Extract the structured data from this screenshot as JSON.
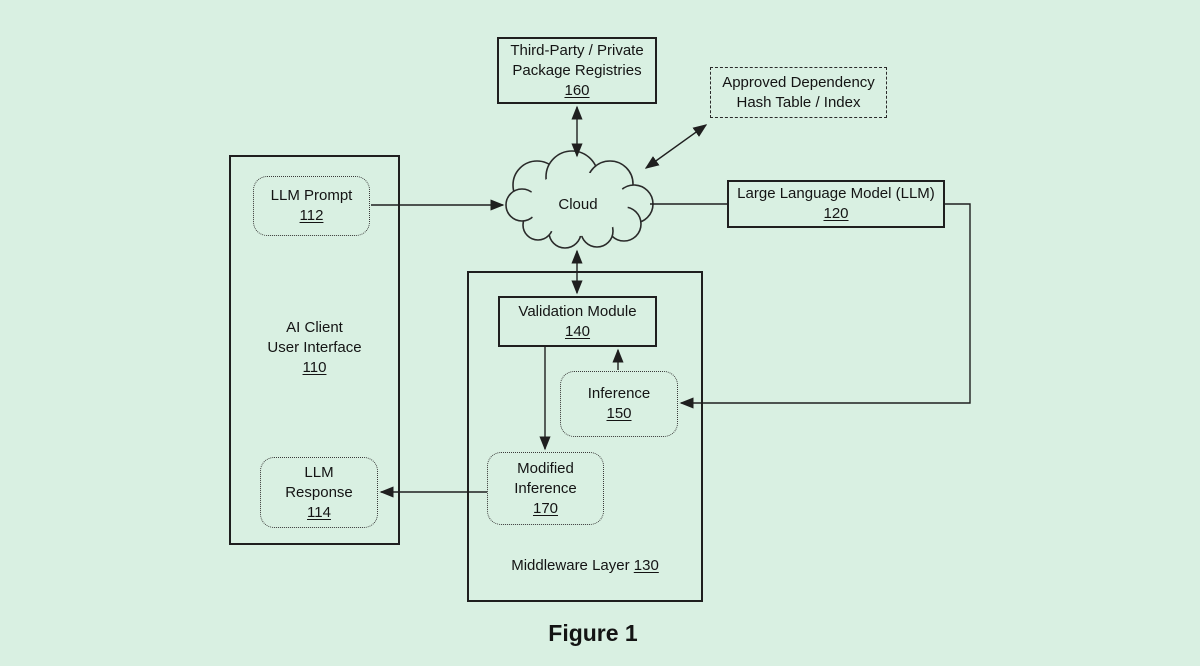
{
  "colors": {
    "background": "#d9f0e2",
    "line": "#1f1f1f"
  },
  "caption": "Figure 1",
  "cloud": {
    "label": "Cloud"
  },
  "boxes": {
    "registries": {
      "line1": "Third-Party / Private",
      "line2": "Package Registries",
      "ref": "160"
    },
    "hash_table": {
      "line1": "Approved Dependency",
      "line2": "Hash Table / Index"
    },
    "llm": {
      "line1": "Large Language Model (LLM)",
      "ref": "120"
    },
    "ai_client": {
      "line1": "AI Client",
      "line2": "User Interface",
      "ref": "110"
    },
    "llm_prompt": {
      "line1": "LLM Prompt",
      "ref": "112"
    },
    "llm_response": {
      "line1": "LLM",
      "line2": "Response",
      "ref": "114"
    },
    "middleware": {
      "label": "Middleware Layer",
      "ref": "130"
    },
    "validation": {
      "line1": "Validation Module",
      "ref": "140"
    },
    "inference": {
      "line1": "Inference",
      "ref": "150"
    },
    "modified_inference": {
      "line1": "Modified",
      "line2": "Inference",
      "ref": "170"
    }
  }
}
